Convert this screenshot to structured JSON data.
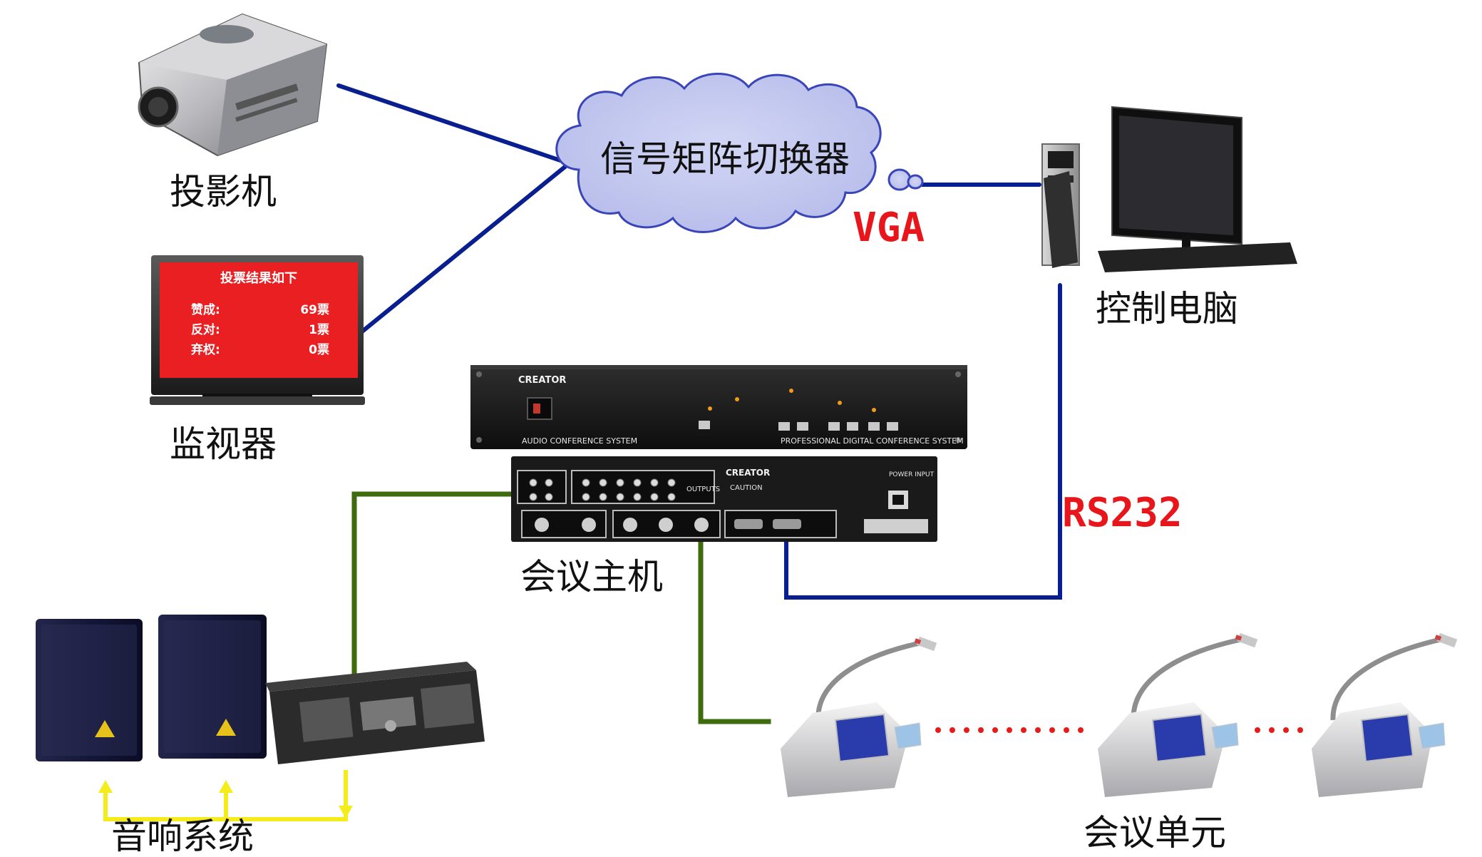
{
  "nodes": {
    "projector": "投影机",
    "monitor": "监视器",
    "matrix_switcher": "信号矩阵切换器",
    "control_pc": "控制电脑",
    "conference_host": "会议主机",
    "audio_system": "音响系统",
    "conference_unit": "会议单元"
  },
  "protocols": {
    "vga": "VGA",
    "rs232": "RS232"
  },
  "monitor_screen": {
    "title": "投票结果如下",
    "rows": [
      {
        "label": "赞成:",
        "value": "69票"
      },
      {
        "label": "反对:",
        "value": "1票"
      },
      {
        "label": "弃权:",
        "value": "0票"
      }
    ]
  },
  "device_text": {
    "front_brand": "CREATOR",
    "front_left_caption": "AUDIO CONFERENCE SYSTEM",
    "front_right_caption": "PROFESSIONAL DIGITAL CONFERENCE SYSTEM",
    "rear_brand": "CREATOR",
    "rear_outputs": "OUTPUTS",
    "rear_caution": "CAUTION",
    "rear_power": "POWER INPUT"
  },
  "colors": {
    "video_line": "#0a1f8f",
    "audio_line": "#3d6b0e",
    "speaker_line": "#f5ec1c",
    "unit_dots": "#e41c1c",
    "cloud_fill": "#c6cbf0",
    "cloud_stroke": "#3a46b8",
    "protocol_text": "#e8151b",
    "screen_bg": "#ea1f22"
  },
  "icons": {
    "projector": "projector-icon",
    "monitor": "monitor-icon",
    "pc": "desktop-computer-icon",
    "host": "rack-unit-icon",
    "speakers": "speaker-icon",
    "amplifier": "amplifier-icon",
    "microphone": "gooseneck-mic-icon"
  }
}
